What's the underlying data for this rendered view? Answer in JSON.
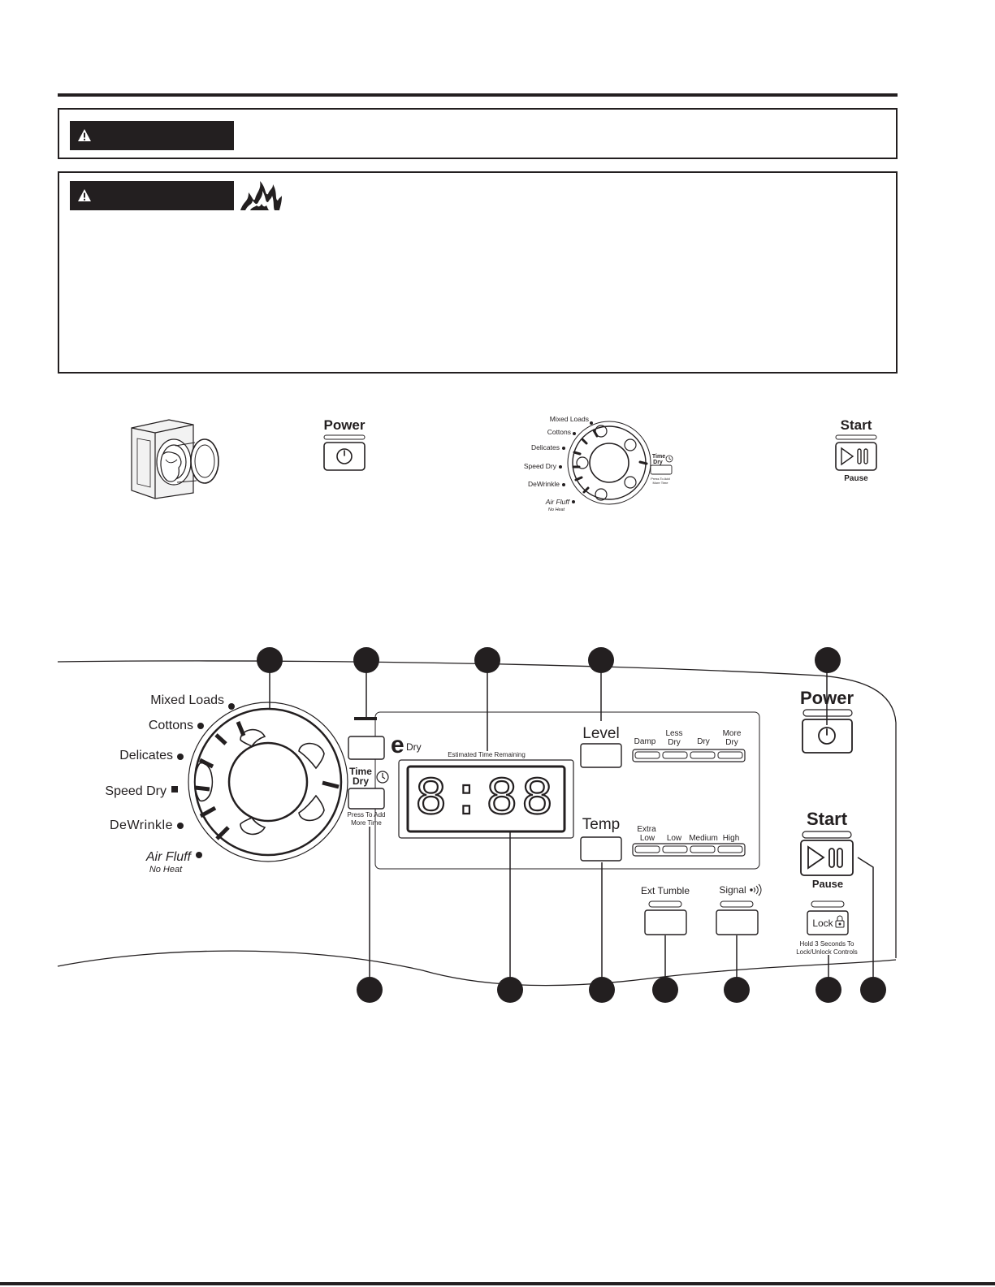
{
  "steps": {
    "power_label": "Power",
    "start_label": "Start",
    "pause_label": "Pause",
    "dial_cycles": [
      "Mixed Loads",
      "Cottons",
      "Delicates",
      "Speed Dry",
      "DeWrinkle"
    ],
    "dial_air_fluff": "Air Fluff",
    "dial_no_heat": "No Heat",
    "dial_time_dry": [
      "Time",
      "Dry"
    ],
    "dial_press_add": [
      "Press To Add",
      "More Time"
    ]
  },
  "panel": {
    "cycles": [
      "Mixed Loads",
      "Cottons",
      "Delicates",
      "Speed Dry",
      "DeWrinkle"
    ],
    "air_fluff": "Air Fluff",
    "no_heat": "No Heat",
    "edry_e": "e",
    "edry_dry": "Dry",
    "time_dry": [
      "Time",
      "Dry"
    ],
    "press_add": [
      "Press To Add",
      "More Time"
    ],
    "display_caption": "Estimated Time Remaining",
    "display_digits": "8:88",
    "level_label": "Level",
    "level_options": [
      [
        "Damp"
      ],
      [
        "Less",
        "Dry"
      ],
      [
        "Dry"
      ],
      [
        "More",
        "Dry"
      ]
    ],
    "temp_label": "Temp",
    "temp_options": [
      [
        "Extra",
        "Low"
      ],
      [
        "Low"
      ],
      [
        "Medium"
      ],
      [
        "High"
      ]
    ],
    "power_label": "Power",
    "start_label": "Start",
    "pause_label": "Pause",
    "ext_tumble_label": "Ext Tumble",
    "signal_label": "Signal",
    "lock_label": "Lock",
    "lock_hint": [
      "Hold 3 Seconds To",
      "Lock/Unlock Controls"
    ]
  }
}
